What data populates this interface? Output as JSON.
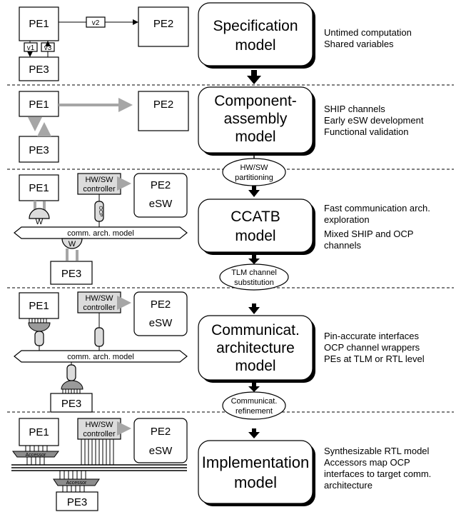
{
  "models": [
    {
      "line1": "Specification",
      "line2": "model",
      "desc": [
        "Untimed computation",
        "Shared variables"
      ]
    },
    {
      "line1": "Component-",
      "line2": "assembly",
      "line3": "model",
      "desc": [
        "SHIP channels",
        "Early eSW development",
        "Functional validation"
      ]
    },
    {
      "line1": "CCATB",
      "line2": "model",
      "desc": [
        "Fast communication arch.",
        "exploration",
        "Mixed SHIP and OCP",
        "channels"
      ]
    },
    {
      "line1": "Communicat.",
      "line2": "architecture",
      "line3": "model",
      "desc": [
        "Pin-accurate interfaces",
        "OCP channel wrappers",
        "PEs at TLM or RTL level"
      ]
    },
    {
      "line1": "Implementation",
      "line2": "model",
      "desc": [
        "Synthesizable RTL model",
        "Accessors map OCP",
        "interfaces to target comm.",
        "architecture"
      ]
    }
  ],
  "steps": [
    {
      "line1": "HW/SW",
      "line2": "partitioning"
    },
    {
      "line1": "TLM channel",
      "line2": "substitution"
    },
    {
      "line1": "Communicat.",
      "line2": "refinement"
    }
  ],
  "labels": {
    "pe1": "PE1",
    "pe2": "PE2",
    "pe3": "PE3",
    "esw": "eSW",
    "v1": "v1",
    "v2": "v2",
    "v3": "v3",
    "hwsw1": "HW/SW",
    "hwsw2": "controller",
    "ocp": "OCP",
    "w": "W",
    "comm": "comm. arch. model",
    "accessor": "Accessor"
  }
}
